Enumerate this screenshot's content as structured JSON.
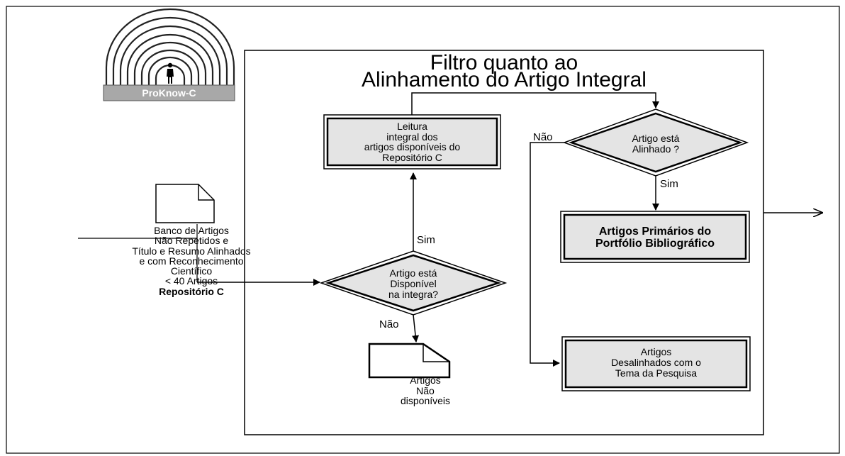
{
  "logo": {
    "text": "ProKnow-C"
  },
  "title": {
    "line1": "Filtro quanto ao",
    "line2": "Alinhamento do Artigo Integral"
  },
  "input": {
    "line1": "Banco de Artigos",
    "line2": "Não Repetidos e",
    "line3": "Título e Resumo Alinhados",
    "line4": "e com Reconhecimento",
    "line5": "Científico",
    "line6": "< 40 Artigos",
    "line7": "Repositório C"
  },
  "nodes": {
    "reading": {
      "line1": "Leitura",
      "line2": "integral dos",
      "line3": "artigos disponíveis do",
      "line4": "Repositório C"
    },
    "available": {
      "line1": "Artigo está",
      "line2": "Disponível",
      "line3": "na integra?"
    },
    "aligned": {
      "line1": "Artigo está",
      "line2": "Alinhado ?"
    },
    "primary": {
      "line1": "Artigos Primários do",
      "line2": "Portfólio Bibliográfico"
    },
    "misaligned": {
      "line1": "Artigos",
      "line2": "Desalinhados com o",
      "line3": "Tema da Pesquisa"
    },
    "not_available": {
      "line1": "Artigos",
      "line2": "Não",
      "line3": "disponíveis"
    }
  },
  "edges": {
    "sim_available": "Sim",
    "nao_available": "Não",
    "sim_aligned": "Sim",
    "nao_aligned": "Não"
  },
  "colors": {
    "box_fill": "#e4e4e4",
    "line": "#000000"
  }
}
